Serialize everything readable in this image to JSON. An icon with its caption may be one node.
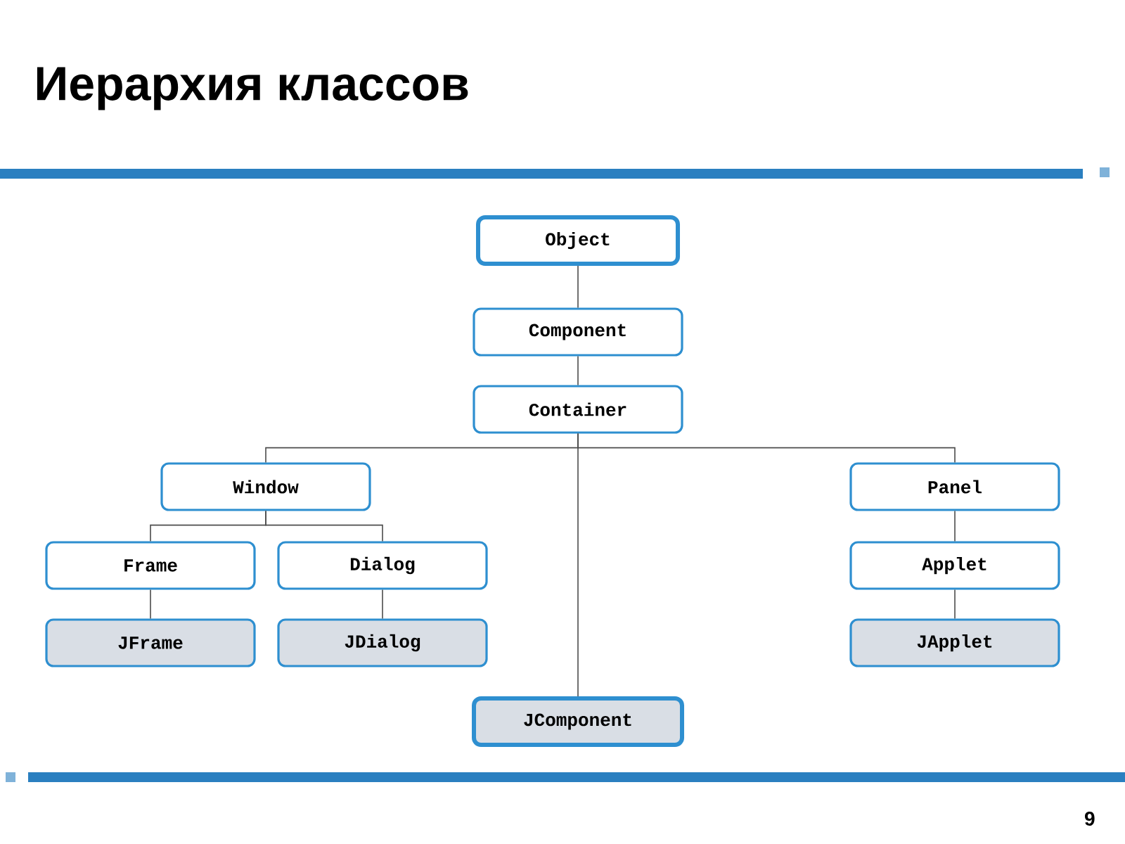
{
  "diagram": {
    "title": "Иерархия классов",
    "nodes": [
      {
        "text": [
          "Object"
        ]
      },
      {
        "text": [
          "Component"
        ]
      },
      {
        "text": [
          "Container"
        ]
      },
      {
        "text": [
          "Window"
        ]
      },
      {
        "text": [
          "Panel"
        ]
      },
      {
        "text": [
          "Frame"
        ]
      },
      {
        "text": [
          "Dialog"
        ]
      },
      {
        "text": [
          "Applet"
        ]
      },
      {
        "text": [
          "JFrame"
        ]
      },
      {
        "text": [
          "JDialog"
        ]
      },
      {
        "text": [
          "JApplet"
        ]
      },
      {
        "text": [
          "JComponent"
        ]
      }
    ],
    "edges": [
      {
        "from": 0,
        "to": 1,
        "arrow": "none"
      },
      {
        "from": 1,
        "to": 2,
        "arrow": "none"
      },
      {
        "from": 2,
        "to": 3,
        "arrow": "none"
      },
      {
        "from": 2,
        "to": 11,
        "arrow": "none"
      },
      {
        "from": 2,
        "to": 4,
        "arrow": "none"
      },
      {
        "from": 3,
        "to": 5,
        "arrow": "none"
      },
      {
        "from": 3,
        "to": 6,
        "arrow": "none"
      },
      {
        "from": 4,
        "to": 7,
        "arrow": "none"
      },
      {
        "from": 5,
        "to": 8,
        "arrow": "none"
      },
      {
        "from": 6,
        "to": 9,
        "arrow": "none"
      },
      {
        "from": 7,
        "to": 10,
        "arrow": "none"
      }
    ],
    "labels": [
      "9"
    ]
  }
}
